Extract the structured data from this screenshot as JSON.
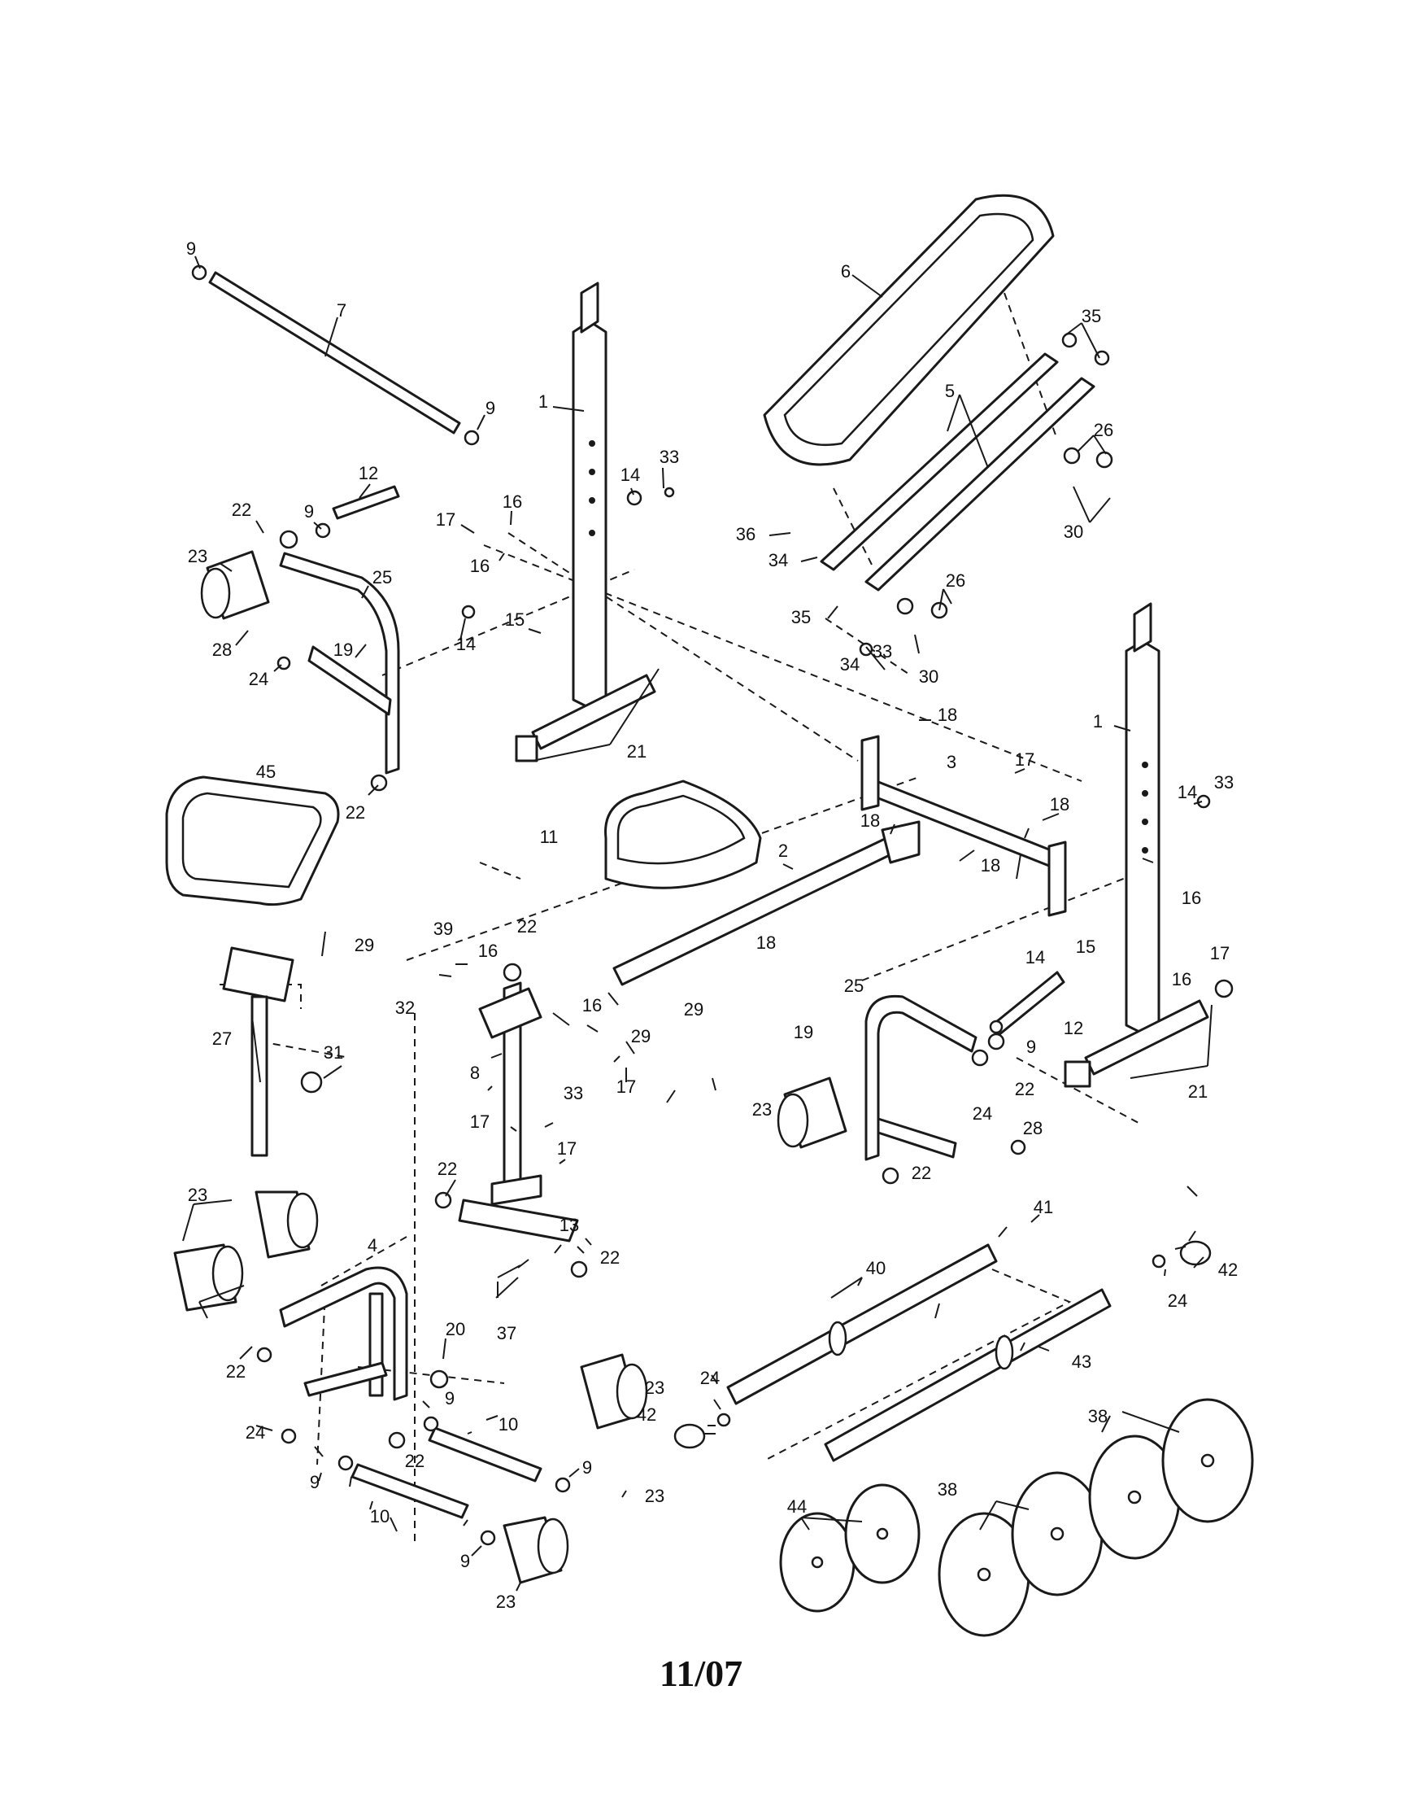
{
  "footer": {
    "date_code": "11/07"
  },
  "callouts": [
    {
      "id": "c1",
      "text": "9"
    },
    {
      "id": "c2",
      "text": "7"
    },
    {
      "id": "c3",
      "text": "9"
    },
    {
      "id": "c4",
      "text": "1"
    },
    {
      "id": "c5",
      "text": "12"
    },
    {
      "id": "c6",
      "text": "22"
    },
    {
      "id": "c7",
      "text": "9"
    },
    {
      "id": "c8",
      "text": "23"
    },
    {
      "id": "c9",
      "text": "25"
    },
    {
      "id": "c10",
      "text": "28"
    },
    {
      "id": "c11",
      "text": "19"
    },
    {
      "id": "c12",
      "text": "24"
    },
    {
      "id": "c13",
      "text": "22"
    },
    {
      "id": "c14",
      "text": "17"
    },
    {
      "id": "c15",
      "text": "16"
    },
    {
      "id": "c16",
      "text": "16"
    },
    {
      "id": "c17",
      "text": "14"
    },
    {
      "id": "c18",
      "text": "33"
    },
    {
      "id": "c19",
      "text": "14"
    },
    {
      "id": "c20",
      "text": "15"
    },
    {
      "id": "c21",
      "text": "21"
    },
    {
      "id": "c22",
      "text": "6"
    },
    {
      "id": "c23",
      "text": "35"
    },
    {
      "id": "c24",
      "text": "5"
    },
    {
      "id": "c25",
      "text": "26"
    },
    {
      "id": "c26",
      "text": "30"
    },
    {
      "id": "c27",
      "text": "36"
    },
    {
      "id": "c28",
      "text": "34"
    },
    {
      "id": "c29",
      "text": "35"
    },
    {
      "id": "c30",
      "text": "26"
    },
    {
      "id": "c31",
      "text": "34"
    },
    {
      "id": "c32",
      "text": "33"
    },
    {
      "id": "c33",
      "text": "30"
    },
    {
      "id": "c34",
      "text": "18"
    },
    {
      "id": "c35",
      "text": "1"
    },
    {
      "id": "c36",
      "text": "3"
    },
    {
      "id": "c37",
      "text": "17"
    },
    {
      "id": "c38",
      "text": "18"
    },
    {
      "id": "c39",
      "text": "18"
    },
    {
      "id": "c40",
      "text": "14"
    },
    {
      "id": "c41",
      "text": "33"
    },
    {
      "id": "c42",
      "text": "18"
    },
    {
      "id": "c43",
      "text": "18"
    },
    {
      "id": "c44",
      "text": "2"
    },
    {
      "id": "c45",
      "text": "11"
    },
    {
      "id": "c46",
      "text": "45"
    },
    {
      "id": "c47",
      "text": "29"
    },
    {
      "id": "c48",
      "text": "39"
    },
    {
      "id": "c49",
      "text": "16"
    },
    {
      "id": "c50",
      "text": "22"
    },
    {
      "id": "c51",
      "text": "14"
    },
    {
      "id": "c52",
      "text": "16"
    },
    {
      "id": "c53",
      "text": "17"
    },
    {
      "id": "c54",
      "text": "15"
    },
    {
      "id": "c55",
      "text": "16"
    },
    {
      "id": "c56",
      "text": "32"
    },
    {
      "id": "c57",
      "text": "16"
    },
    {
      "id": "c58",
      "text": "29"
    },
    {
      "id": "c59",
      "text": "29"
    },
    {
      "id": "c60",
      "text": "25"
    },
    {
      "id": "c61",
      "text": "27"
    },
    {
      "id": "c62",
      "text": "31"
    },
    {
      "id": "c63",
      "text": "8"
    },
    {
      "id": "c64",
      "text": "33"
    },
    {
      "id": "c65",
      "text": "17"
    },
    {
      "id": "c66",
      "text": "19"
    },
    {
      "id": "c67",
      "text": "9"
    },
    {
      "id": "c68",
      "text": "12"
    },
    {
      "id": "c69",
      "text": "22"
    },
    {
      "id": "c70",
      "text": "21"
    },
    {
      "id": "c71",
      "text": "23"
    },
    {
      "id": "c72",
      "text": "24"
    },
    {
      "id": "c73",
      "text": "28"
    },
    {
      "id": "c74",
      "text": "17"
    },
    {
      "id": "c75",
      "text": "17"
    },
    {
      "id": "c76",
      "text": "22"
    },
    {
      "id": "c77",
      "text": "22"
    },
    {
      "id": "c78",
      "text": "13"
    },
    {
      "id": "c79",
      "text": "41"
    },
    {
      "id": "c80",
      "text": "23"
    },
    {
      "id": "c81",
      "text": "4"
    },
    {
      "id": "c82",
      "text": "40"
    },
    {
      "id": "c83",
      "text": "42"
    },
    {
      "id": "c84",
      "text": "22"
    },
    {
      "id": "c85",
      "text": "24"
    },
    {
      "id": "c86",
      "text": "37"
    },
    {
      "id": "c87",
      "text": "20"
    },
    {
      "id": "c88",
      "text": "23"
    },
    {
      "id": "c89",
      "text": "43"
    },
    {
      "id": "c90",
      "text": "22"
    },
    {
      "id": "c91",
      "text": "9"
    },
    {
      "id": "c92",
      "text": "24"
    },
    {
      "id": "c93",
      "text": "24"
    },
    {
      "id": "c94",
      "text": "10"
    },
    {
      "id": "c95",
      "text": "42"
    },
    {
      "id": "c96",
      "text": "22"
    },
    {
      "id": "c97",
      "text": "38"
    },
    {
      "id": "c98",
      "text": "9"
    },
    {
      "id": "c99",
      "text": "9"
    },
    {
      "id": "c100",
      "text": "23"
    },
    {
      "id": "c101",
      "text": "10"
    },
    {
      "id": "c102",
      "text": "44"
    },
    {
      "id": "c103",
      "text": "38"
    },
    {
      "id": "c104",
      "text": "9"
    },
    {
      "id": "c105",
      "text": "23"
    }
  ]
}
